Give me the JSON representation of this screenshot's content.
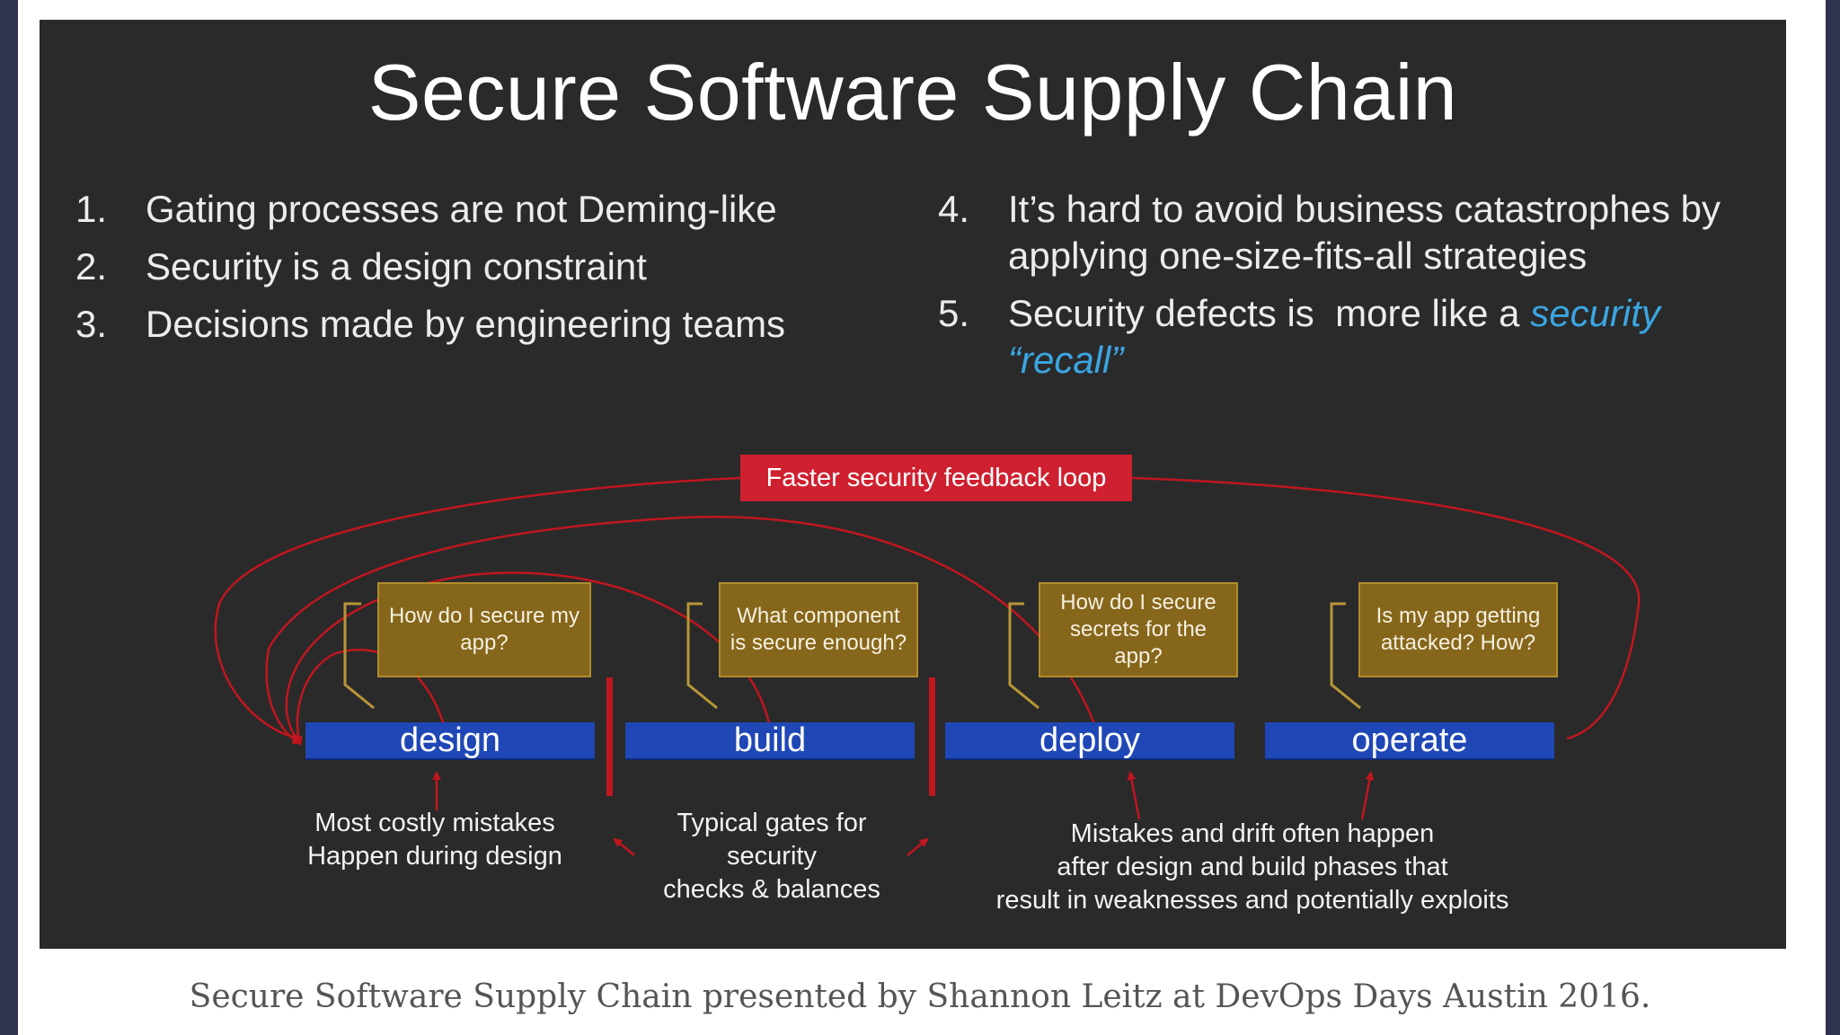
{
  "slide": {
    "title": "Secure Software Supply Chain",
    "points": [
      {
        "num": "1.",
        "text": "Gating processes are not Deming-like"
      },
      {
        "num": "2.",
        "text": "Security is a design constraint"
      },
      {
        "num": "3.",
        "text": "Decisions made by engineering teams"
      },
      {
        "num": "4.",
        "line1": "It’s hard to avoid business catastrophes by",
        "line2": "applying one-size-fits-all strategies"
      },
      {
        "num": "5.",
        "prefix": "Security defects is  more like a ",
        "highlight_1": "security",
        "highlight_2": "“recall”"
      }
    ],
    "highlight_color": "#3aa6e2"
  },
  "diagram": {
    "feedback_label": "Faster security feedback loop",
    "stages": [
      "design",
      "build",
      "deploy",
      "operate"
    ],
    "questions": [
      "How do I secure my app?",
      "What component is secure enough?",
      "How do I secure secrets for the app?",
      "Is my app getting attacked? How?"
    ],
    "notes": {
      "design_line1": "Most costly mistakes",
      "design_line2": "Happen during design",
      "gates_line1": "Typical gates for",
      "gates_line2": "security",
      "gates_line3": "checks & balances",
      "drift_line1": "Mistakes and drift often happen",
      "drift_line2": "after design and build phases that",
      "drift_line3": "result in weaknesses and potentially exploits"
    },
    "colors": {
      "stage_blue": "#1f47b6",
      "question_gold": "#86661a",
      "feedback_red": "#cf2030",
      "arrow_red": "#c0161f"
    }
  },
  "caption": "Secure Software Supply Chain presented by Shannon Leitz at DevOps Days Austin 2016."
}
